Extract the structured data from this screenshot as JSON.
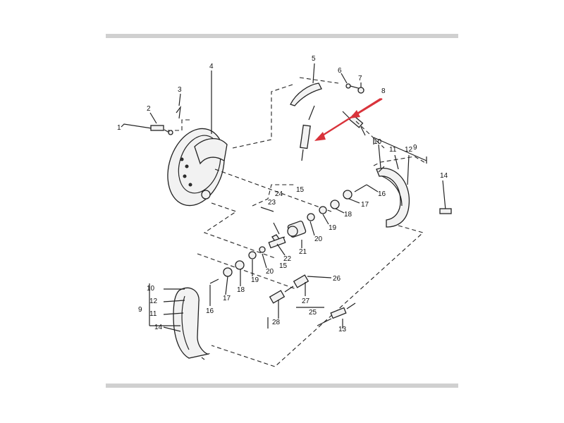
{
  "diagram": {
    "labels": {
      "1": "1",
      "2": "2",
      "3": "3",
      "4": "4",
      "5": "5",
      "6": "6",
      "7": "7",
      "8": "8",
      "9": "9",
      "10": "10",
      "11": "11",
      "12": "12",
      "13": "13",
      "14": "14",
      "15": "15",
      "16": "16",
      "17": "17",
      "18": "18",
      "19": "19",
      "20": "20",
      "21": "21",
      "22": "22",
      "23": "23",
      "24": "24",
      "25": "25",
      "26": "26",
      "27": "27",
      "28": "28"
    },
    "highlight_color": "#d9333b",
    "line_color": "#222222"
  }
}
